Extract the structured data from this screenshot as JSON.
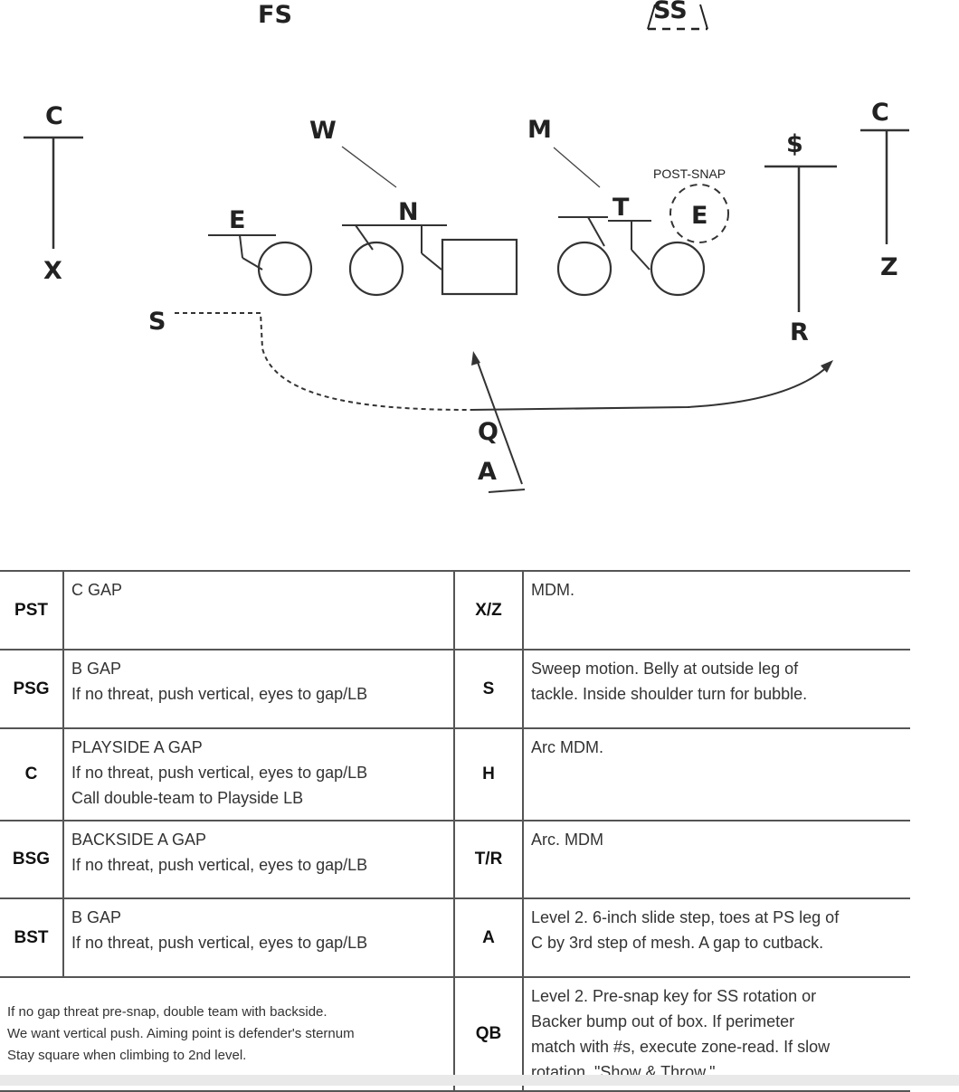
{
  "diagram": {
    "labels": {
      "fs": "FS",
      "ss": "SS",
      "c_left": "C",
      "x": "X",
      "w": "W",
      "m": "M",
      "dollar": "$",
      "c_right": "C",
      "z": "Z",
      "e_left": "E",
      "n": "N",
      "t": "T",
      "e_post": "E",
      "post_snap": "POST-SNAP",
      "s": "S",
      "r": "R",
      "q": "Q",
      "a": "A"
    }
  },
  "table": {
    "rows": [
      {
        "pos1": "PST",
        "lines1": [
          "C GAP"
        ],
        "pos2": "X/Z",
        "lines2": [
          "MDM."
        ]
      },
      {
        "pos1": "PSG",
        "lines1": [
          "B GAP",
          "If no threat, push vertical, eyes to gap/LB"
        ],
        "pos2": "S",
        "lines2": [
          "Sweep motion. Belly at outside leg of",
          "tackle. Inside shoulder turn for bubble."
        ]
      },
      {
        "pos1": "C",
        "lines1": [
          "PLAYSIDE A GAP",
          "If no threat, push vertical, eyes to gap/LB",
          "Call double-team to Playside LB"
        ],
        "pos2": "H",
        "lines2": [
          "Arc MDM."
        ]
      },
      {
        "pos1": "BSG",
        "lines1": [
          "BACKSIDE A GAP",
          "If no threat, push vertical, eyes to gap/LB"
        ],
        "pos2": "T/R",
        "lines2": [
          "Arc. MDM"
        ]
      },
      {
        "pos1": "BST",
        "lines1": [
          "B GAP",
          "If no threat, push vertical, eyes to gap/LB"
        ],
        "pos2": "A",
        "lines2": [
          "Level 2. 6-inch slide step, toes at PS leg of",
          "C by 3rd step of mesh. A gap to cutback."
        ]
      }
    ],
    "note_lines": [
      "If no gap threat pre-snap, double team with backside.",
      "We want vertical push. Aiming point is defender's sternum",
      "Stay square when climbing to 2nd level."
    ],
    "qb": {
      "pos": "QB",
      "lines": [
        "Level 2. Pre-snap key for SS rotation or",
        "Backer bump out of box. If perimeter",
        "match with #s, execute zone-read. If slow",
        "rotation, \"Show & Throw.\""
      ]
    }
  }
}
